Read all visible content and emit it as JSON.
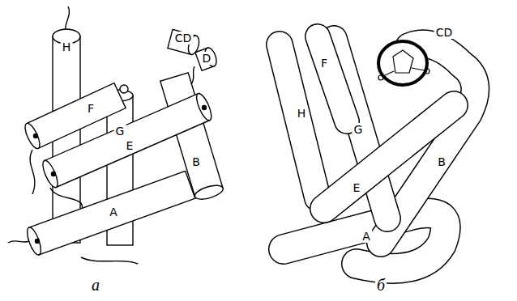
{
  "diagram": {
    "labels": [
      "H",
      "F",
      "G",
      "CD",
      "D",
      "E",
      "B",
      "A",
      "а",
      "H",
      "F",
      "G",
      "CD",
      "E",
      "B",
      "A",
      "б"
    ]
  }
}
